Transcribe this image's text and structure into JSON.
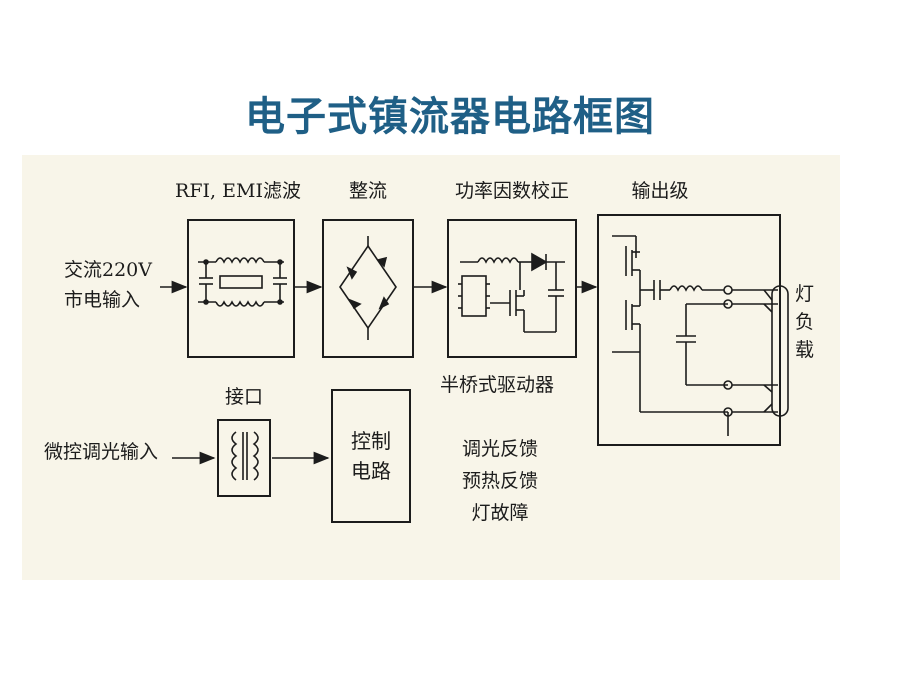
{
  "title": "电子式镇流器电路框图",
  "blocks": {
    "rfi_emi": "RFI, EMI滤波",
    "rectifier": "整流",
    "pfc": "功率因数校正",
    "output_stage": "输出级",
    "half_bridge": "半桥式驱动器",
    "interface": "接口",
    "control_line1": "控制",
    "control_line2": "电路"
  },
  "inputs": {
    "ac_line1": "交流220V",
    "ac_line2": "市电输入",
    "dimming": "微控调光输入"
  },
  "lamp": [
    "灯",
    "负",
    "载"
  ],
  "feedback": [
    "调光反馈",
    "预热反馈",
    "灯故障"
  ],
  "colors": {
    "title": "#1f5f86",
    "line": "#1c1c1c",
    "panel": "#f8f5e9"
  }
}
